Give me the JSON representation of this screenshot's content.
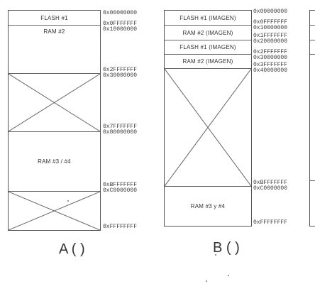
{
  "diagram_a": {
    "blocks": [
      "FLASH #1",
      "RAM #2",
      "RAM #3 / #4"
    ],
    "addresses": [
      "0x00000000",
      "0x0FFFFFFF",
      "0x10000000",
      "0x2FFFFFFF",
      "0x30000000",
      "0x7FFFFFFF",
      "0x80000000",
      "0xBFFFFFFF",
      "0xC0000000",
      "0xFFFFFFFF"
    ],
    "caption": "A ( )"
  },
  "diagram_b": {
    "blocks": [
      "FLASH #1 (IMAGEN)",
      "RAM #2 (IMAGEN)",
      "FLASH #1 (IMAGEN)",
      "RAM #2 (IMAGEN)",
      "RAM #3 y #4"
    ],
    "addresses": [
      "0x00000000",
      "0x0FFFFFFF",
      "0x10000000",
      "0x1FFFFFFF",
      "0x20000000",
      "0x2FFFFFFF",
      "0x30000000",
      "0x3FFFFFFF",
      "0x40000000",
      "0xBFFFFFFF",
      "0xC0000000",
      "0xFFFFFFFF"
    ],
    "caption": "B ( )"
  }
}
